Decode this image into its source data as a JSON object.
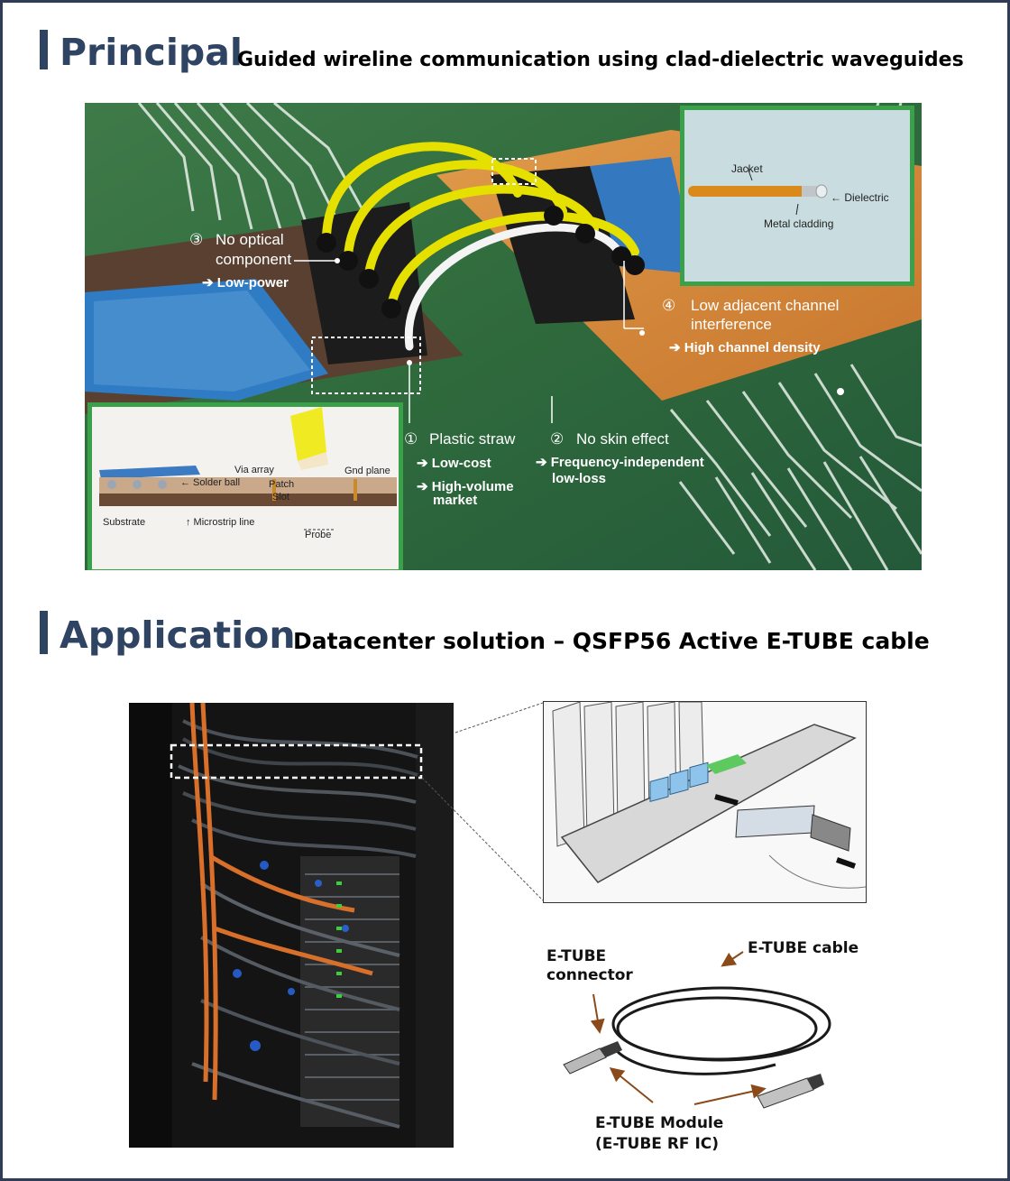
{
  "principal": {
    "title": "Principal",
    "subtitle": "Guided wireline communication using clad-dielectric waveguides",
    "callouts": {
      "c3_num": "③",
      "c3_line1": "No optical",
      "c3_line2": "component",
      "c3_benefit": "➔ Low-power",
      "c4_num": "④",
      "c4_line1": "Low adjacent channel",
      "c4_line2": "interference",
      "c4_benefit": "➔ High channel density",
      "c1_num": "①",
      "c1_title": "Plastic straw",
      "c1_benefit1": "➔ Low-cost",
      "c1_benefit2_l1": "➔ High-volume",
      "c1_benefit2_l2": "market",
      "c2_num": "②",
      "c2_title": "No skin effect",
      "c2_benefit_l1": "➔ Frequency-independent",
      "c2_benefit_l2": "low-loss"
    },
    "inset_top": {
      "jacket": "Jacket",
      "dielectric": "← Dielectric",
      "metal_cladding": "Metal cladding"
    },
    "inset_bottom": {
      "solder_ball": "← Solder ball",
      "via_array": "Via array",
      "patch": "Patch",
      "slot": "Slot",
      "gnd_plane": "Gnd plane",
      "substrate": "Substrate",
      "microstrip": "↑ Microstrip line",
      "probe": "Probe"
    }
  },
  "application": {
    "title": "Application",
    "subtitle": "Datacenter solution – QSFP56 Active E-TUBE cable",
    "labels": {
      "connector_l1": "E-TUBE",
      "connector_l2": "connector",
      "cable": "E-TUBE cable",
      "module_l1": "E-TUBE Module",
      "module_l2": "(E-TUBE RF IC)"
    }
  }
}
